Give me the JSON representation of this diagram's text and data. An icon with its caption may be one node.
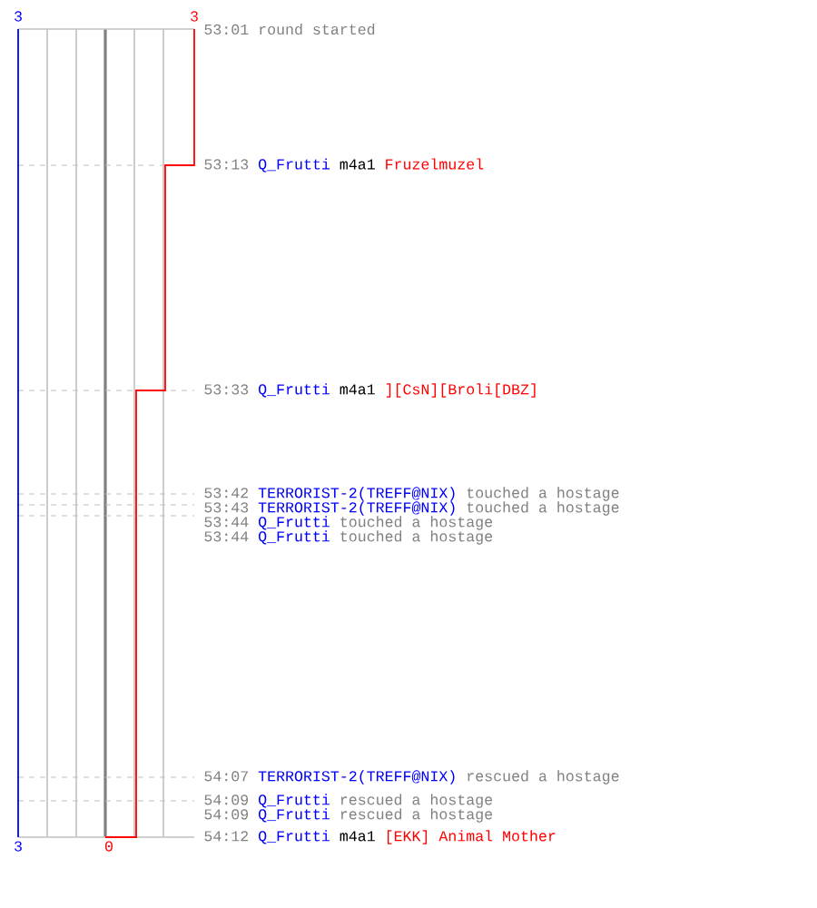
{
  "diagram": {
    "labels": [
      "3",
      "3",
      "53:01",
      "round started",
      "53:13",
      "Q_Frutti",
      "m4a1",
      "Fruzelmuzel",
      "53:33",
      "Q_Frutti",
      "m4a1",
      "][CsN][Broli[DBZ]",
      "53:42",
      "TERRORIST-2(TREFF@NIX)",
      "touched a hostage",
      "53:43",
      "TERRORIST-2(TREFF@NIX)",
      "touched a hostage",
      "53:44",
      "Q_Frutti",
      "touched a hostage",
      "53:44",
      "Q_Frutti",
      "touched a hostage",
      "54:07",
      "TERRORIST-2(TREFF@NIX)",
      "rescued a hostage",
      "54:09",
      "Q_Frutti",
      "rescued a hostage",
      "54:09",
      "Q_Frutti",
      "rescued a hostage",
      "54:12",
      "Q_Frutti",
      "m4a1",
      "[EKK] Animal Mother",
      "3",
      "0"
    ]
  }
}
